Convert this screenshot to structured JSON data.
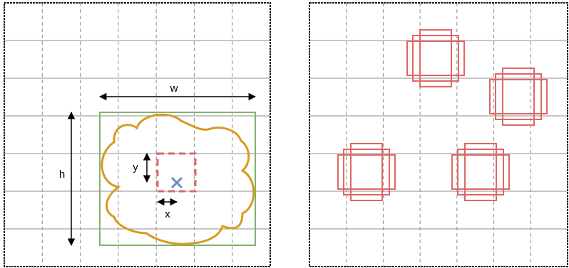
{
  "labels": {
    "width": "w",
    "height": "h",
    "offset_x": "x",
    "offset_y": "y"
  },
  "grid": {
    "rows": 7,
    "cols": 7
  },
  "colors": {
    "cell_border": "#1a1a1a",
    "grid_line": "#8c8c8c",
    "bounding_box": "#7fb36a",
    "object_outline": "#d99a1e",
    "center_cell_box": "#e06666",
    "center_marker": "#6c8ebf",
    "anchor_box": "#e06666",
    "arrow": "#000000"
  },
  "icons": {
    "center_marker": "cross-icon"
  }
}
